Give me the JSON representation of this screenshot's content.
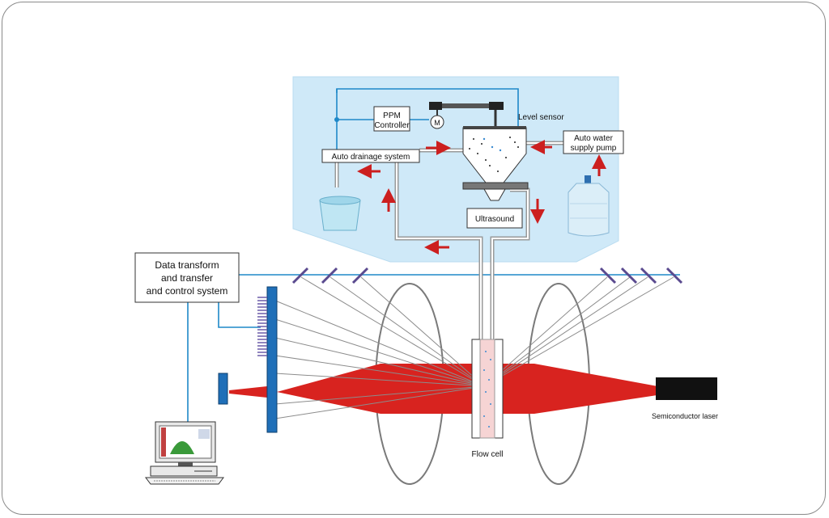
{
  "labels": {
    "ppm_controller_line1": "PPM",
    "ppm_controller_line2": "Controller",
    "motor_symbol": "M",
    "level_sensor": "Level sensor",
    "auto_drainage": "Auto drainage system",
    "auto_water_line1": "Auto water",
    "auto_water_line2": "supply pump",
    "ultrasound": "Ultrasound",
    "data_system_line1": "Data transform",
    "data_system_line2": "and transfer",
    "data_system_line3": "and control system",
    "flow_cell": "Flow cell",
    "semiconductor_laser": "Semiconductor laser"
  },
  "colors": {
    "panel_bg": "#cfe9f8",
    "laser_beam": "#d8231f",
    "signal_line": "#1e88c8",
    "detector": "#1f6fb8",
    "mirror": "#5a4a8f",
    "arrow": "#cc1f1f",
    "pipe": "#9a9a9a"
  }
}
